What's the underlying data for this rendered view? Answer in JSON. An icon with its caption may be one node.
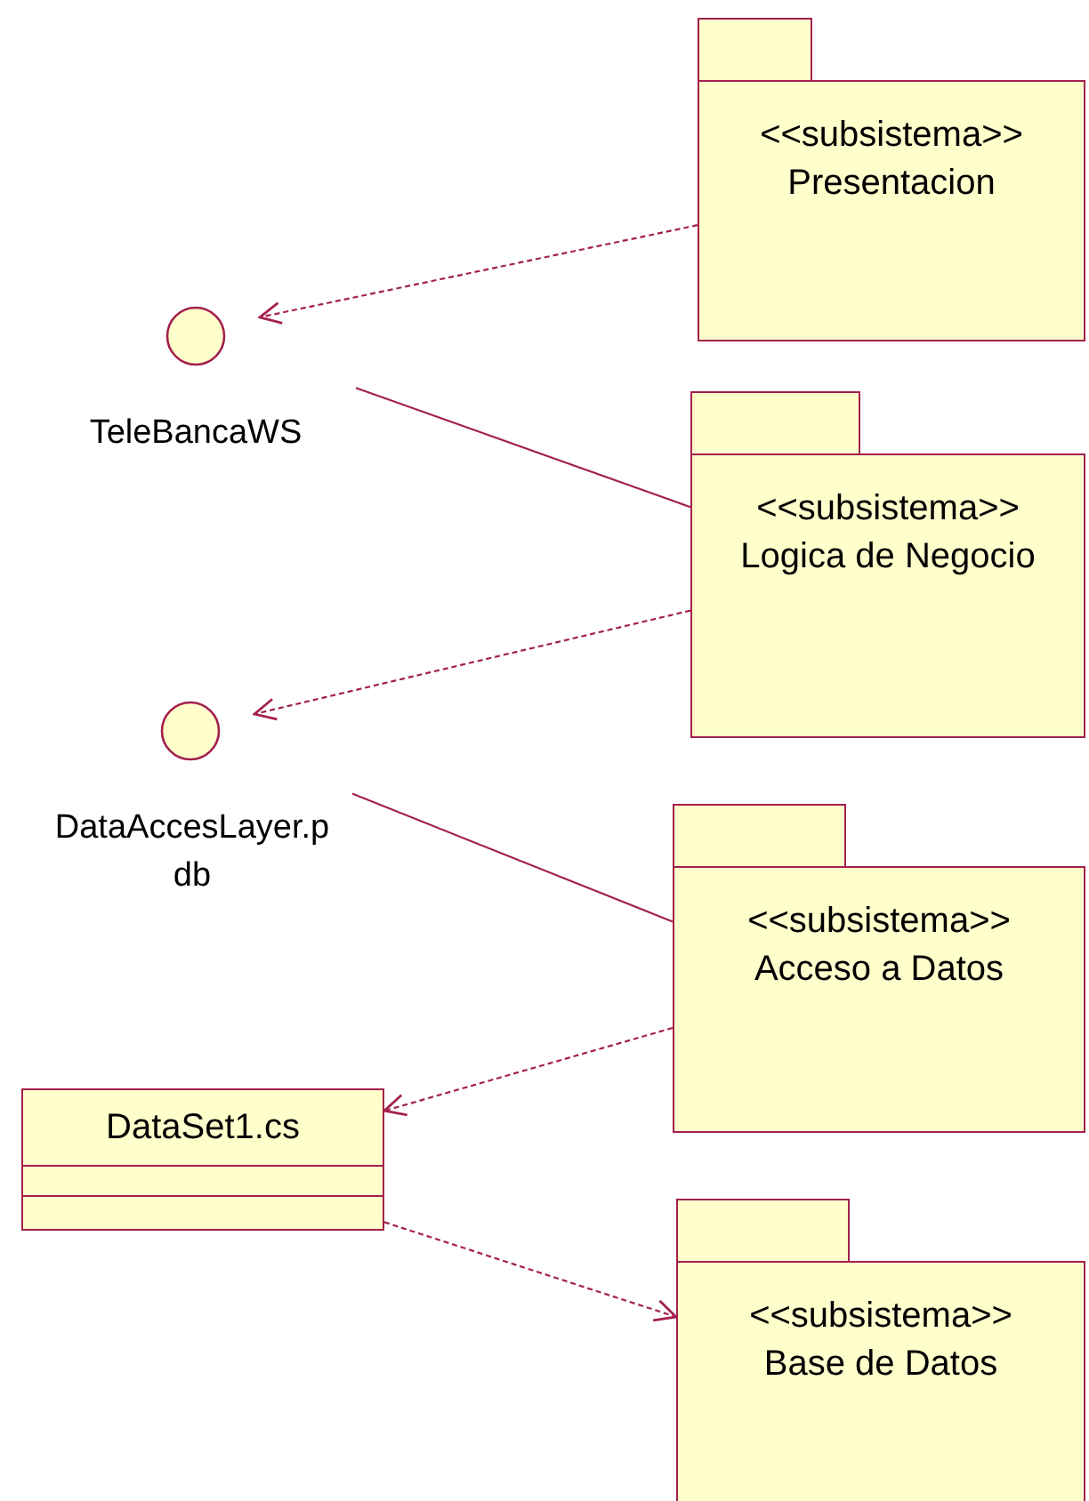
{
  "diagram": {
    "nodes": [
      {
        "text": [
          "<<subsistema>>",
          "Presentacion"
        ]
      },
      {
        "text": [
          "TeleBancaWS"
        ]
      },
      {
        "text": [
          "<<subsistema>>",
          "Logica de Negocio"
        ]
      },
      {
        "text": [
          "DataAccesLayer.pdb"
        ]
      },
      {
        "text": [
          "<<subsistema>>",
          "Acceso a Datos"
        ]
      },
      {
        "text": [
          "DataSet1.cs"
        ]
      },
      {
        "text": [
          "<<subsistema>>",
          "Base de Datos"
        ]
      }
    ],
    "edges": [
      {
        "from": 0,
        "to": 1,
        "arrow": "to",
        "style": "dashed"
      },
      {
        "from": 1,
        "to": 2,
        "arrow": "none"
      },
      {
        "from": 2,
        "to": 3,
        "arrow": "to",
        "style": "dashed"
      },
      {
        "from": 3,
        "to": 4,
        "arrow": "none"
      },
      {
        "from": 4,
        "to": 5,
        "arrow": "to",
        "style": "dashed"
      },
      {
        "from": 5,
        "to": 6,
        "arrow": "to",
        "style": "dashed"
      }
    ]
  }
}
